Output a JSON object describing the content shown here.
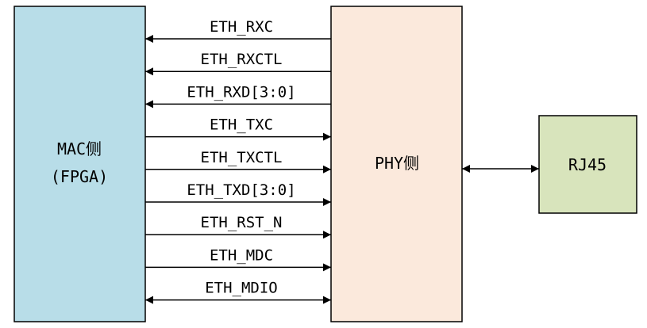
{
  "mac_block": {
    "line1": "MAC侧",
    "line2": "(FPGA)",
    "fill": "#b8dde8"
  },
  "phy_block": {
    "label": "PHY侧",
    "fill": "#fbe9dc"
  },
  "rj45_block": {
    "label": "RJ45",
    "fill": "#d8e4bc"
  },
  "signals": [
    {
      "name": "ETH_RXC",
      "direction": "to-mac"
    },
    {
      "name": "ETH_RXCTL",
      "direction": "to-mac"
    },
    {
      "name": "ETH_RXD[3:0]",
      "direction": "to-mac"
    },
    {
      "name": "ETH_TXC",
      "direction": "to-phy"
    },
    {
      "name": "ETH_TXCTL",
      "direction": "to-phy"
    },
    {
      "name": "ETH_TXD[3:0]",
      "direction": "to-phy"
    },
    {
      "name": "ETH_RST_N",
      "direction": "to-phy"
    },
    {
      "name": "ETH_MDC",
      "direction": "to-phy"
    },
    {
      "name": "ETH_MDIO",
      "direction": "bidirectional"
    }
  ],
  "phy_rj45_link": {
    "direction": "bidirectional"
  }
}
